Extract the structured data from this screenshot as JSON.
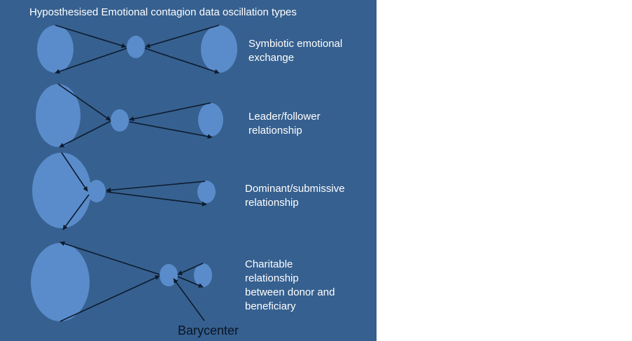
{
  "title": "Hyposthesised Emotional contagion data oscillation types",
  "colors": {
    "panel": "#36608f",
    "blob": "#5a8ccb",
    "arrow": "#0d1b2e",
    "text": "#ffffff",
    "barycenter_text": "#0a1424"
  },
  "rows": [
    {
      "label_lines": [
        "Symbiotic emotional",
        "exchange"
      ]
    },
    {
      "label_lines": [
        "Leader/follower",
        "relationship"
      ]
    },
    {
      "label_lines": [
        "Dominant/submissive",
        "relationship"
      ]
    },
    {
      "label_lines": [
        "Charitable",
        "relationship",
        "between donor and",
        "beneficiary"
      ]
    }
  ],
  "barycenter_label": "Barycenter"
}
